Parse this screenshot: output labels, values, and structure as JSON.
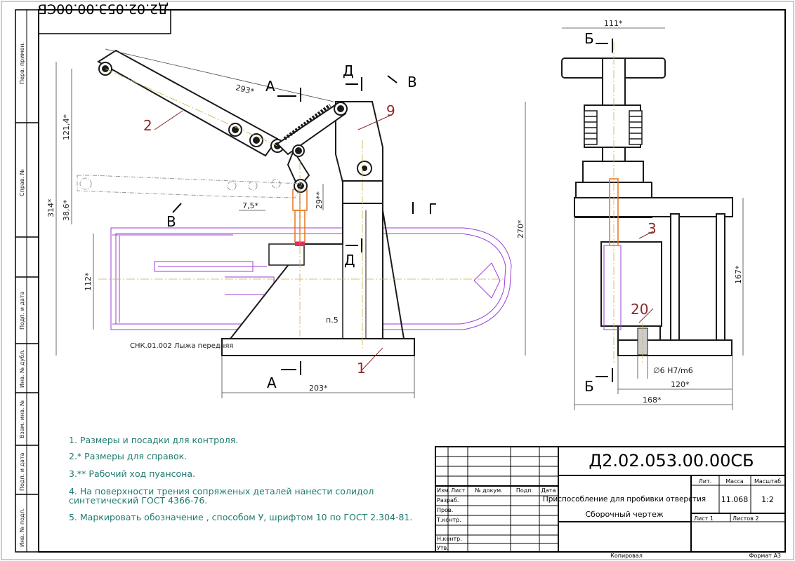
{
  "document": {
    "designation": "Д2.02.053.00.00СБ",
    "designation_rotated": "Д2.02.053.00.00СБ",
    "title": "Приспособление для пробивки отверстия",
    "subtitle": "Сборочный чертеж",
    "mass": "11.068",
    "scale": "1:2",
    "sheet": "Лист 1",
    "sheets": "Листов 2",
    "copied": "Копировал",
    "format": "Формат А3"
  },
  "title_block": {
    "col_headers": [
      "Изм.",
      "Лист",
      "№ докум.",
      "Подп.",
      "Дата"
    ],
    "rows": [
      "Разраб.",
      "Пров.",
      "Т.контр.",
      "",
      "Н.контр.",
      "Утв."
    ],
    "lit": "Лит.",
    "mass_label": "Масса",
    "scale_label": "Масштаб"
  },
  "side_stamp": [
    "Перв. примен.",
    "Справ. №",
    "Подп. и дата",
    "Инв. № дубл.",
    "Взам. инв. №",
    "Подп. и дата",
    "Инв. № подл."
  ],
  "notes": [
    "1. Размеры и посадки для контроля.",
    "2.* Размеры для справок.",
    "3.** Рабочий ход пуансона.",
    "4. На поверхности трения сопряженых деталей нанести солидол",
    "синтетический ГОСТ 4366-76.",
    "5. Маркировать обозначение , способом У, шрифтом 10 по ГОСТ 2.304-81."
  ],
  "dimensions": {
    "d293": "293*",
    "d121": "121,4*",
    "d314": "314*",
    "d38": "38,6*",
    "d7": "7,5*",
    "d29": "29**",
    "d112": "112*",
    "d270": "270*",
    "d203": "203*",
    "d111": "111*",
    "d167": "167*",
    "d120": "120*",
    "d168": "168*",
    "fit": "∅6 H7/m6",
    "weld": "п.5"
  },
  "callouts": {
    "p1": "1",
    "p2": "2",
    "p3": "3",
    "p9": "9",
    "p20": "20",
    "ski": "СНК.01.002 Лыжа передняя"
  },
  "sections": {
    "A": "А",
    "D": "Д",
    "B": "В",
    "G": "Г",
    "Bb": "Б"
  },
  "colors": {
    "line": "#1a1a1a",
    "leader": "#8b2a2a",
    "ski": "#9b3fd6",
    "punch": "#e8741a",
    "note": "#1f7a70",
    "center": "#c9b04a"
  }
}
